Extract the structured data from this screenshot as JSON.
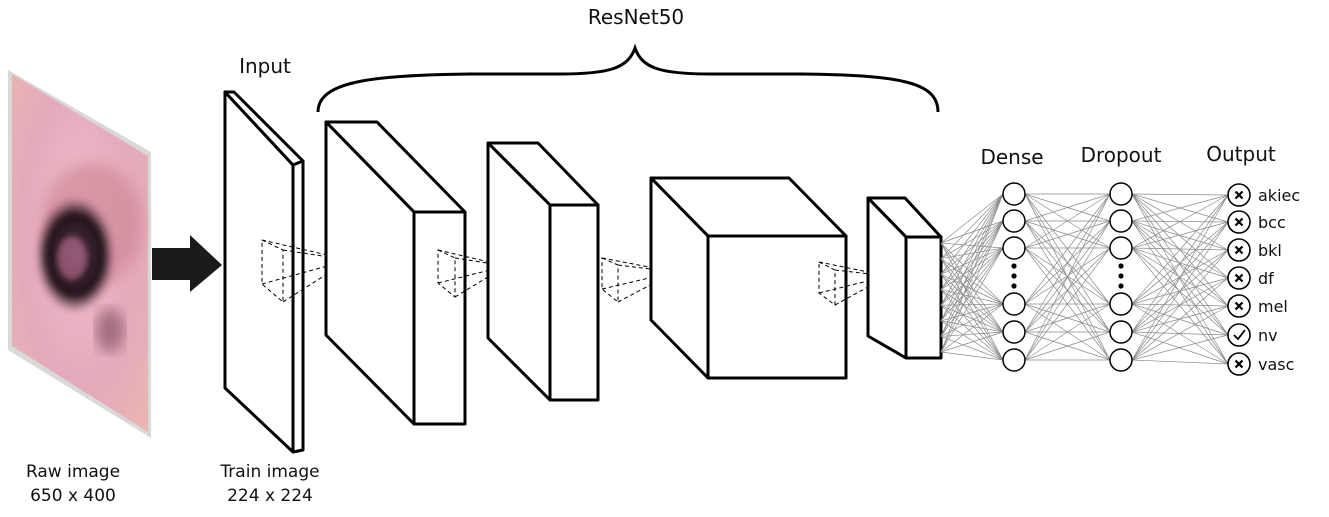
{
  "title": "ResNet50",
  "raw_image": {
    "label": "Raw image",
    "size": "650 x 400"
  },
  "input": {
    "label": "Input"
  },
  "train_image": {
    "label": "Train image",
    "size": "224 x 224"
  },
  "dense": {
    "label": "Dense"
  },
  "dropout": {
    "label": "Dropout"
  },
  "output": {
    "label": "Output",
    "classes": [
      {
        "name": "akiec",
        "mark": "cross"
      },
      {
        "name": "bcc",
        "mark": "cross"
      },
      {
        "name": "bkl",
        "mark": "cross"
      },
      {
        "name": "df",
        "mark": "cross"
      },
      {
        "name": "mel",
        "mark": "cross"
      },
      {
        "name": "nv",
        "mark": "check"
      },
      {
        "name": "vasc",
        "mark": "cross"
      }
    ]
  },
  "colors": {
    "skin": "#e7adbf",
    "lesion": "#2b1a22",
    "ink": "#000000"
  }
}
